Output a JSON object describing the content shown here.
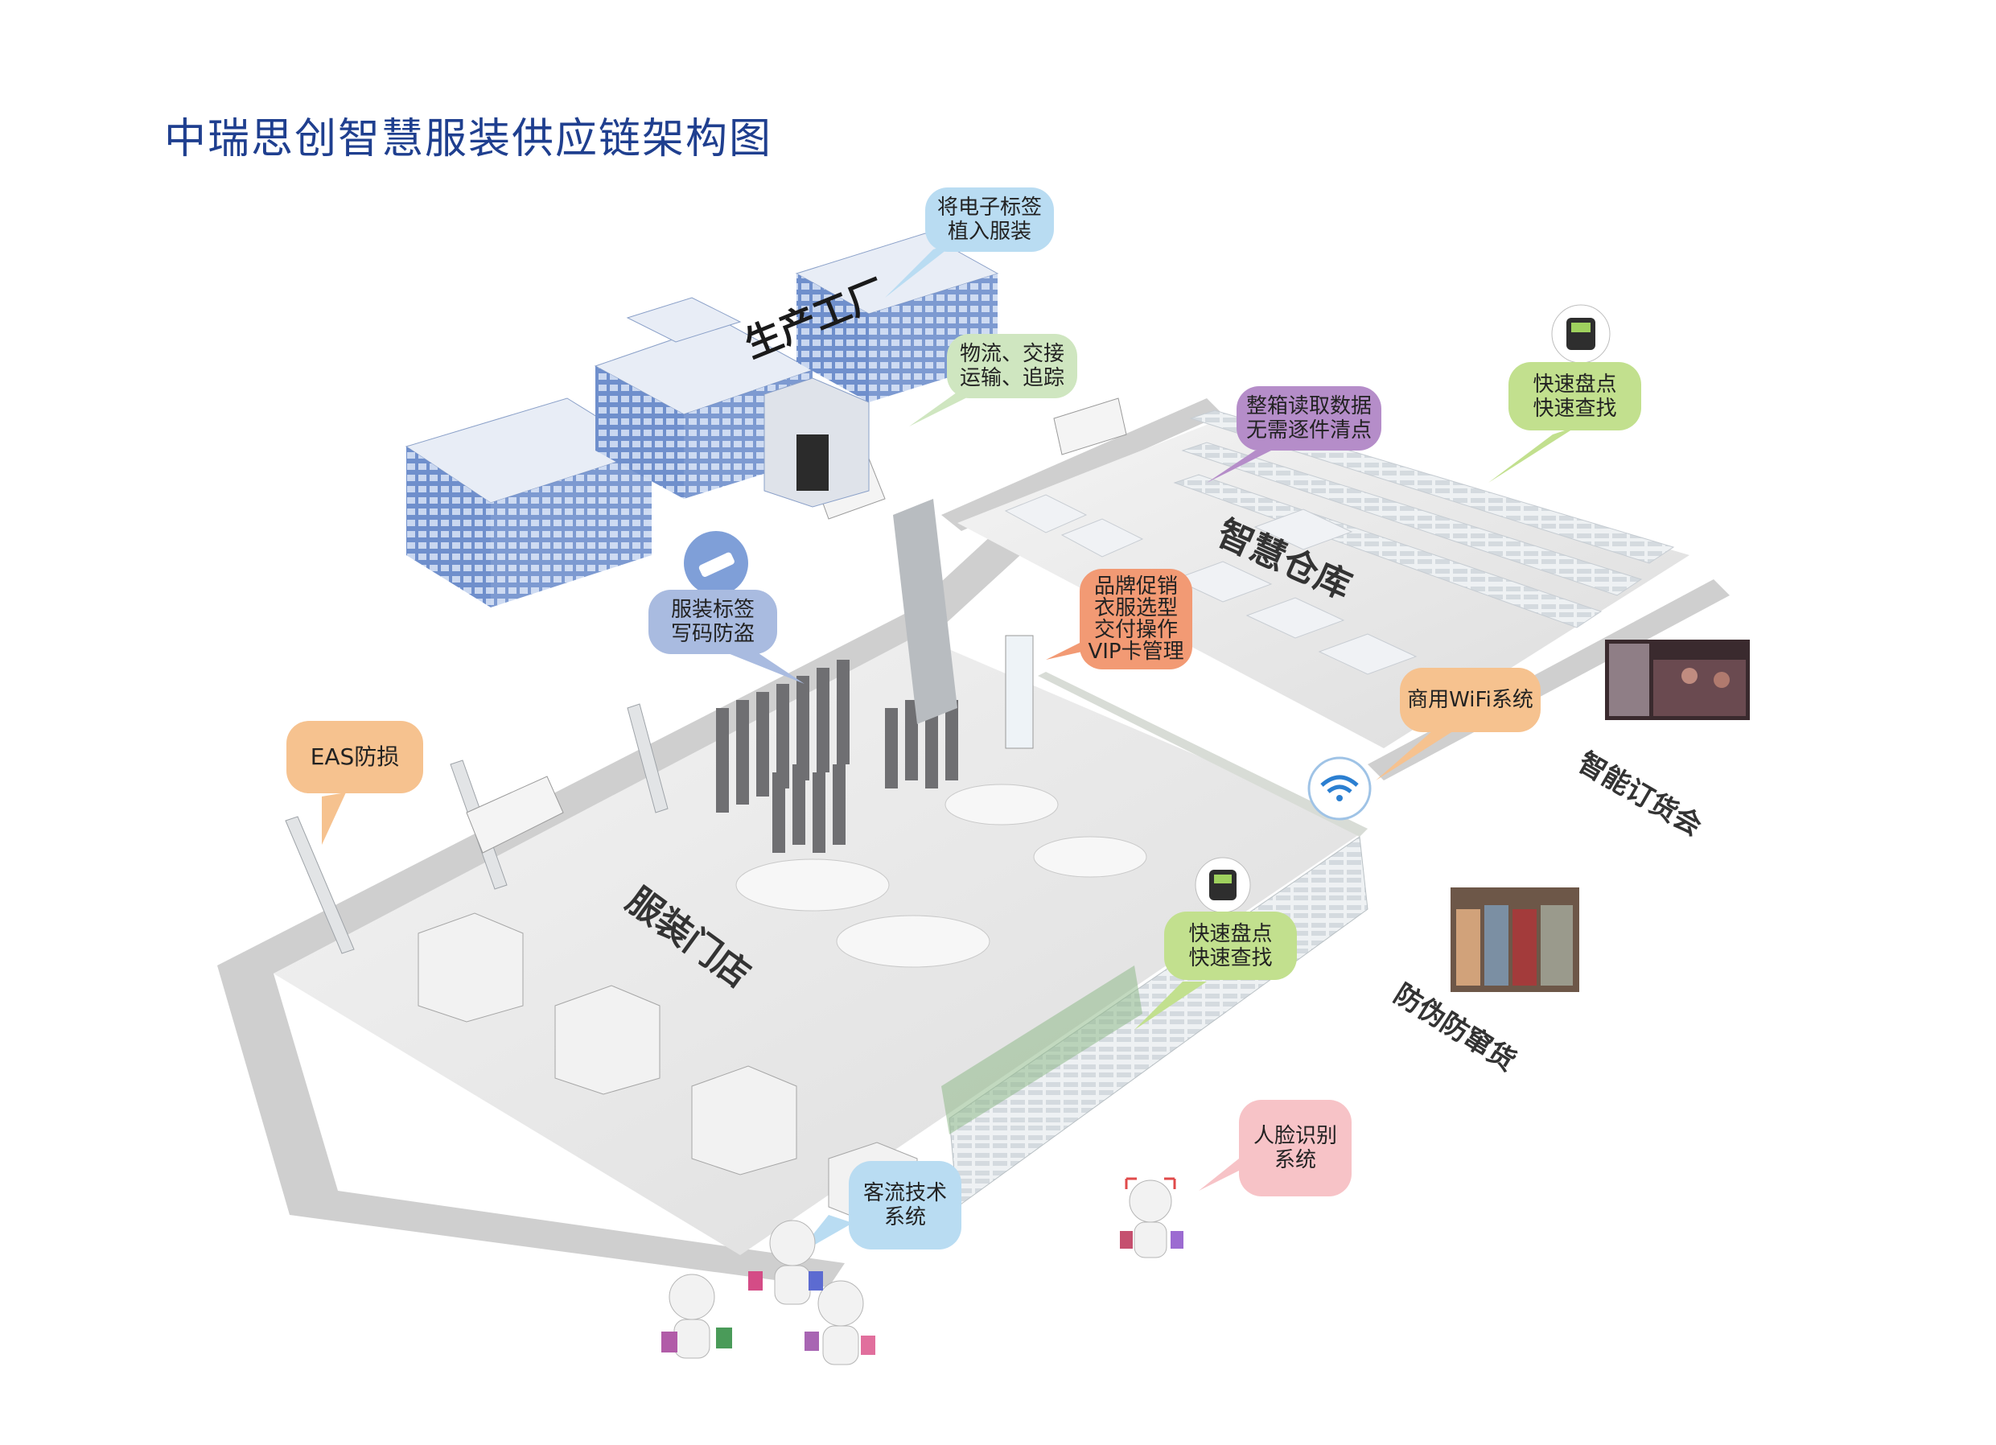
{
  "title": "中瑞思创智慧服装供应链架构图",
  "areas": {
    "factory": "生产工厂",
    "warehouse": "智慧仓库",
    "store": "服装门店"
  },
  "side_labels": {
    "ordering": "智能订货会",
    "anti_counterfeit": "防伪防窜货"
  },
  "callouts": {
    "rfid_tag": [
      "将电子标签",
      "植入服装"
    ],
    "logistics": [
      "物流、交接",
      "运输、追踪"
    ],
    "box_read": [
      "整箱读取数据",
      "无需逐件清点"
    ],
    "fast_inventory_top": [
      "快速盘点",
      "快速查找"
    ],
    "garment_tag": [
      "服装标签",
      "写码防盗"
    ],
    "promo": [
      "品牌促销",
      "衣服选型",
      "交付操作",
      "VIP卡管理"
    ],
    "wifi": [
      "商用WiFi系统"
    ],
    "eas": [
      "EAS防损"
    ],
    "fast_inventory_store": [
      "快速盘点",
      "快速查找"
    ],
    "face": [
      "人脸识别",
      "系统"
    ],
    "traffic": [
      "客流技术",
      "系统"
    ]
  },
  "colors": {
    "title": "#1f3f8f",
    "blue_callout": "#b9dcf2",
    "green_callout": "#cfe6c0",
    "purple_callout": "#b58dc9",
    "lime_callout": "#c2e08e",
    "navy_callout": "#a9bbe0",
    "orange_callout": "#f29a74",
    "peach_callout": "#f6c28f",
    "pink_callout": "#f7c3c7",
    "ground": "#e8e8e8",
    "road": "#bdbdbd",
    "building": "#6b8cc7"
  }
}
